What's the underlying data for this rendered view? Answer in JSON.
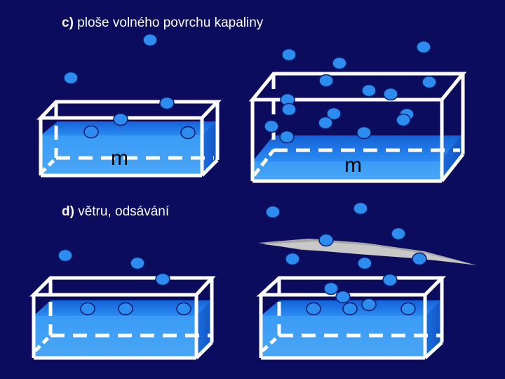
{
  "slide": {
    "heading_c": {
      "label": "c)",
      "text": " ploše volného povrchu kapaliny"
    },
    "heading_d": {
      "label": "d)",
      "text": " větru, odsávání"
    },
    "mass_small_tank": "m",
    "mass_large_tank": "m"
  },
  "colors": {
    "background": "#0c0c5e",
    "water_top": "#1e7ef0",
    "water_front": "#3a9cf6",
    "droplet": "#2c8cf0",
    "droplet_outline": "#0a1a6a",
    "tank_edge": "#ffffff",
    "wind_gust": "#a8a8a8"
  }
}
